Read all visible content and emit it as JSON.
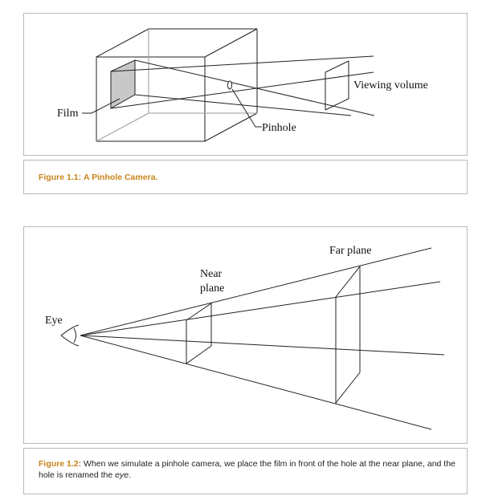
{
  "figure1": {
    "labels": {
      "film": "Film",
      "pinhole": "Pinhole",
      "viewing_volume": "Viewing volume"
    },
    "caption": {
      "number": "Figure 1.1:",
      "text": "A Pinhole Camera."
    }
  },
  "figure2": {
    "labels": {
      "eye": "Eye",
      "near_line1": "Near",
      "near_line2": "plane",
      "far_plane": "Far plane"
    },
    "caption": {
      "number": "Figure 1.2:",
      "text_before": "When we simulate a pinhole camera, we place the film in front of the hole at the near plane, and the hole is renamed the ",
      "text_emph": "eye",
      "text_after": "."
    }
  }
}
